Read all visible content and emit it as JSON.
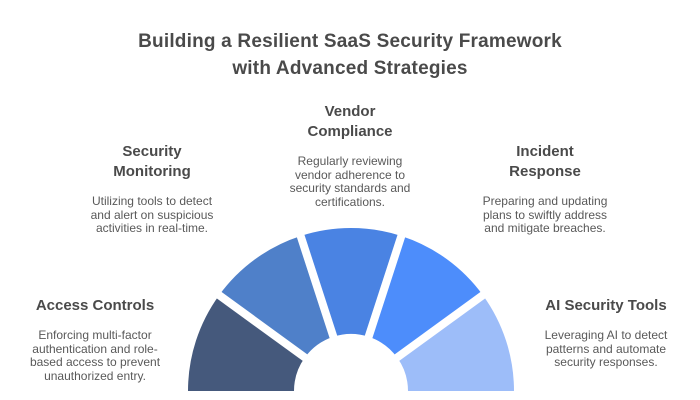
{
  "background": "#ffffff",
  "title": {
    "lines": [
      "Building a Resilient SaaS Security Framework",
      "with Advanced Strategies"
    ],
    "color": "#4a4a4a"
  },
  "fan_chart": {
    "type": "semicircle-fan",
    "gap_color": "#ffffff",
    "segments": [
      {
        "id": "access-controls",
        "label": "Access Controls",
        "description": "Enforcing multi-factor authentication and role-based access to prevent unauthorized entry.",
        "color": "#45597c"
      },
      {
        "id": "security-monitoring",
        "label": "Security Monitoring",
        "description": "Utilizing tools to detect and alert on suspicious activities in real-time.",
        "color": "#4f80c9"
      },
      {
        "id": "vendor-compliance",
        "label": "Vendor Compliance",
        "description": "Regularly reviewing vendor adherence to security standards and certifications.",
        "color": "#4a83e3"
      },
      {
        "id": "incident-response",
        "label": "Incident Response",
        "description": "Preparing and updating plans to swiftly address and mitigate breaches.",
        "color": "#4d8dfb"
      },
      {
        "id": "ai-security-tools",
        "label": "AI Security Tools",
        "description": "Leveraging AI to detect patterns and automate security responses.",
        "color": "#9dbdf9"
      }
    ]
  },
  "text_colors": {
    "heading": "#4a4a4a",
    "body": "#595959"
  }
}
